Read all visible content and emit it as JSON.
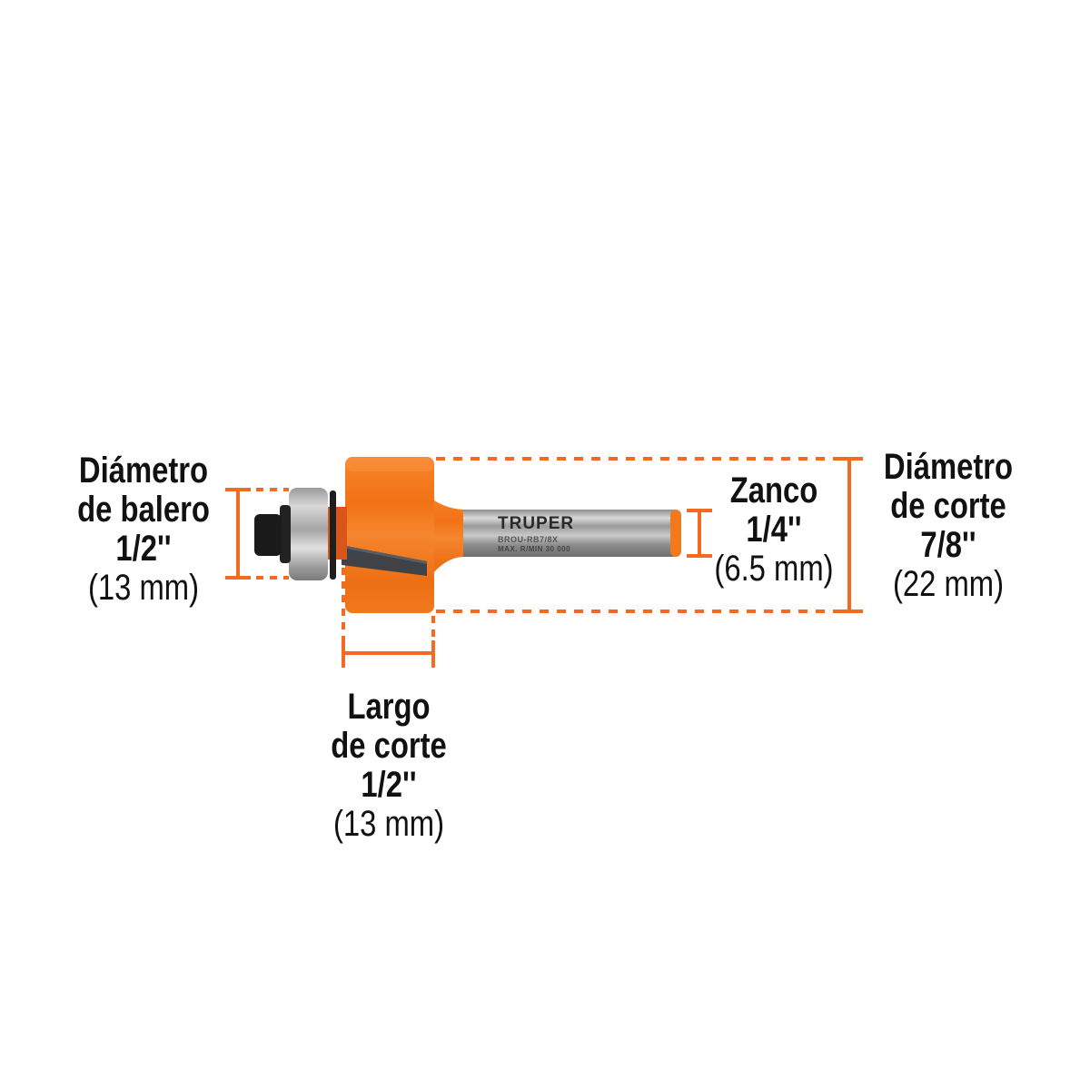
{
  "colors": {
    "accent": "#f26b21",
    "cutter_orange": "#f07a1c",
    "shank_gray": "#a8a8a8",
    "bearing_gray": "#b5b5b5",
    "blade_dark": "#3c3f44",
    "text": "#111111"
  },
  "product": {
    "brand": "TRUPER",
    "model": "BROU-RB7/8X",
    "max_speed": "MAX. R/MIN 30 000"
  },
  "dimensions": {
    "bearing": {
      "line1": "Diámetro",
      "line2": "de balero",
      "imperial": "1/2''",
      "metric": "(13 mm)"
    },
    "cut_length": {
      "line1": "Largo",
      "line2": "de corte",
      "imperial": "1/2''",
      "metric": "(13 mm)"
    },
    "shank": {
      "line1": "Zanco",
      "imperial": "1/4''",
      "metric": "(6.5 mm)"
    },
    "cut_diameter": {
      "line1": "Diámetro",
      "line2": "de corte",
      "imperial": "7/8''",
      "metric": "(22 mm)"
    }
  }
}
